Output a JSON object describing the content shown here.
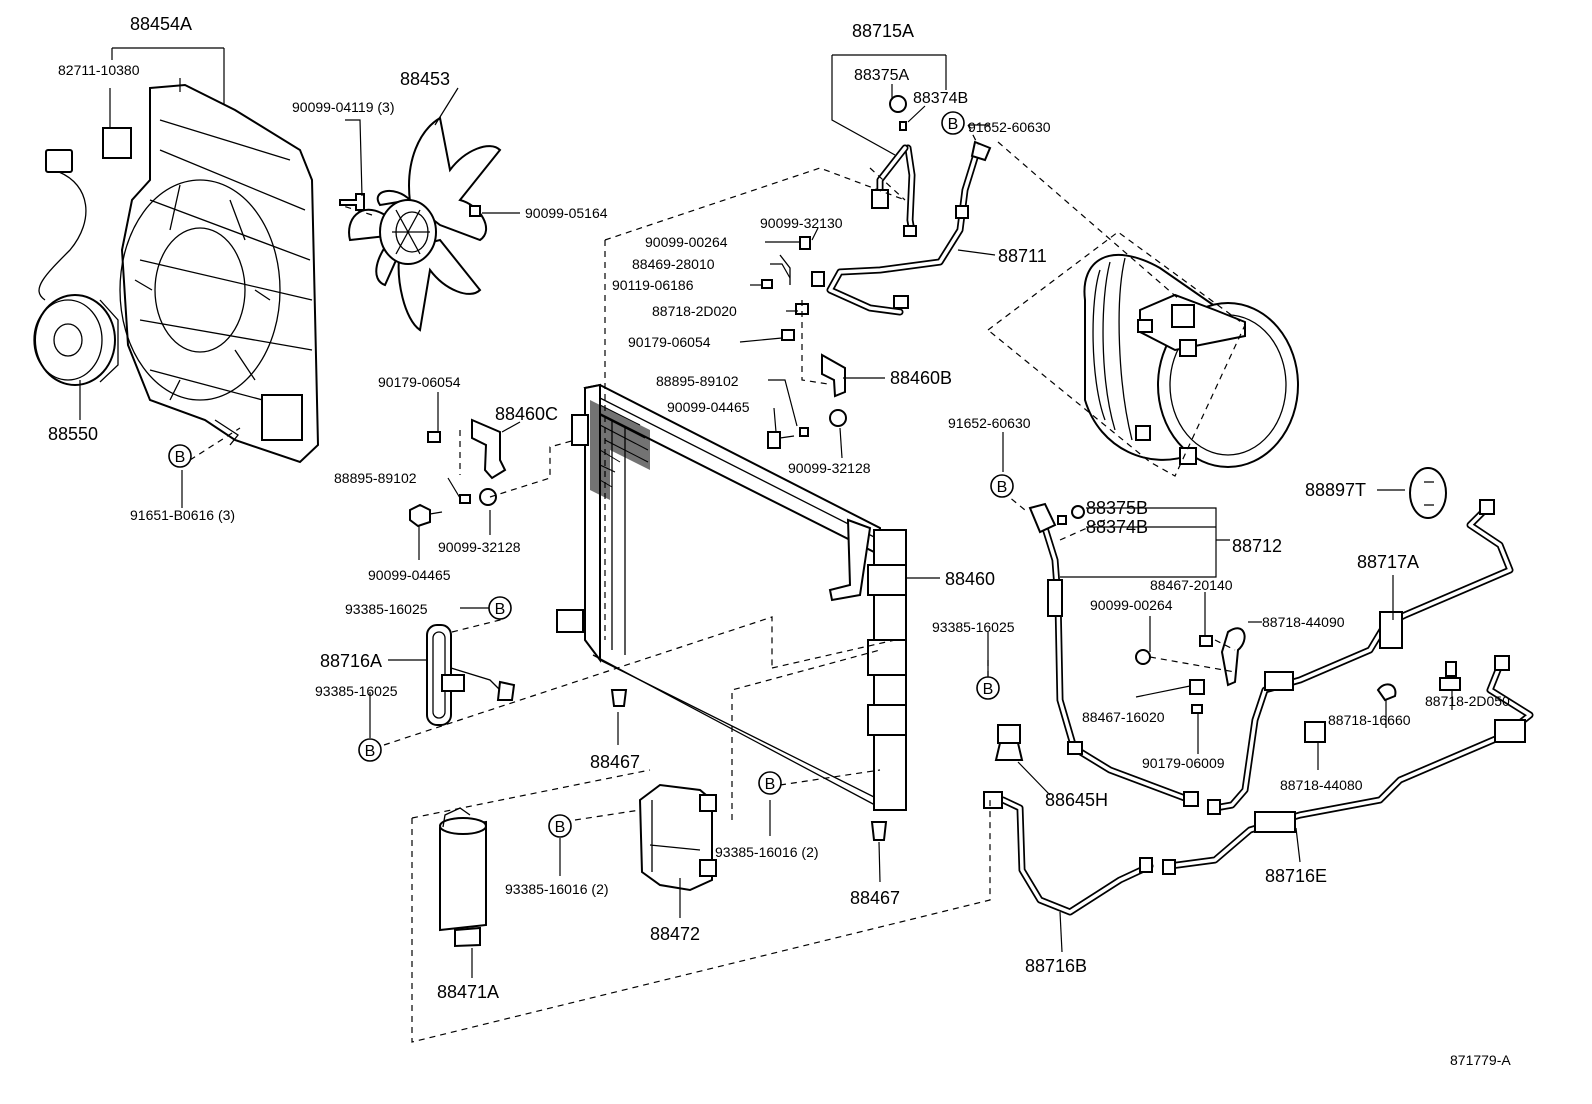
{
  "drawing_id": "871779-A",
  "badge_letter": "B",
  "labels": {
    "p88454A": "88454A",
    "p82711_10380": "82711-10380",
    "p88453": "88453",
    "p90099_04119": "90099-04119 (3)",
    "p90099_05164": "90099-05164",
    "p88550": "88550",
    "p91651_B0616": "91651-B0616 (3)",
    "p88715A": "88715A",
    "p88375A": "88375A",
    "p88374B_top": "88374B",
    "p91652_60630_top": "91652-60630",
    "p88711": "88711",
    "p90099_32130": "90099-32130",
    "p90099_00264_top": "90099-00264",
    "p88469_28010": "88469-28010",
    "p90119_06186": "90119-06186",
    "p88718_2D020": "88718-2D020",
    "p90179_06054_top": "90179-06054",
    "p88460B": "88460B",
    "p90179_06054": "90179-06054",
    "p88460C": "88460C",
    "p88895_89102_top": "88895-89102",
    "p90099_04465_top": "90099-04465",
    "p90099_32128_right": "90099-32128",
    "p88895_89102": "88895-89102",
    "p90099_32128": "90099-32128",
    "p90099_04465": "90099-04465",
    "p91652_60630": "91652-60630",
    "p88375B": "88375B",
    "p88374B": "88374B",
    "p88712": "88712",
    "p88897T": "88897T",
    "p88717A": "88717A",
    "p88460": "88460",
    "p93385_16025_a": "93385-16025",
    "p88716A": "88716A",
    "p93385_16025_b": "93385-16025",
    "p88467_a": "88467",
    "p93385_16025_c": "93385-16025",
    "p88467_20140": "88467-20140",
    "p90099_00264": "90099-00264",
    "p88718_44090": "88718-44090",
    "p88467_16020": "88467-16020",
    "p90179_06009": "90179-06009",
    "p88718_2D050": "88718-2D050",
    "p88718_16660": "88718-16660",
    "p88718_44080": "88718-44080",
    "p88645H": "88645H",
    "p93385_16016_a": "93385-16016 (2)",
    "p93385_16016_b": "93385-16016 (2)",
    "p88467_b": "88467",
    "p88472": "88472",
    "p88716E": "88716E",
    "p88716B": "88716B",
    "p88471A": "88471A"
  }
}
